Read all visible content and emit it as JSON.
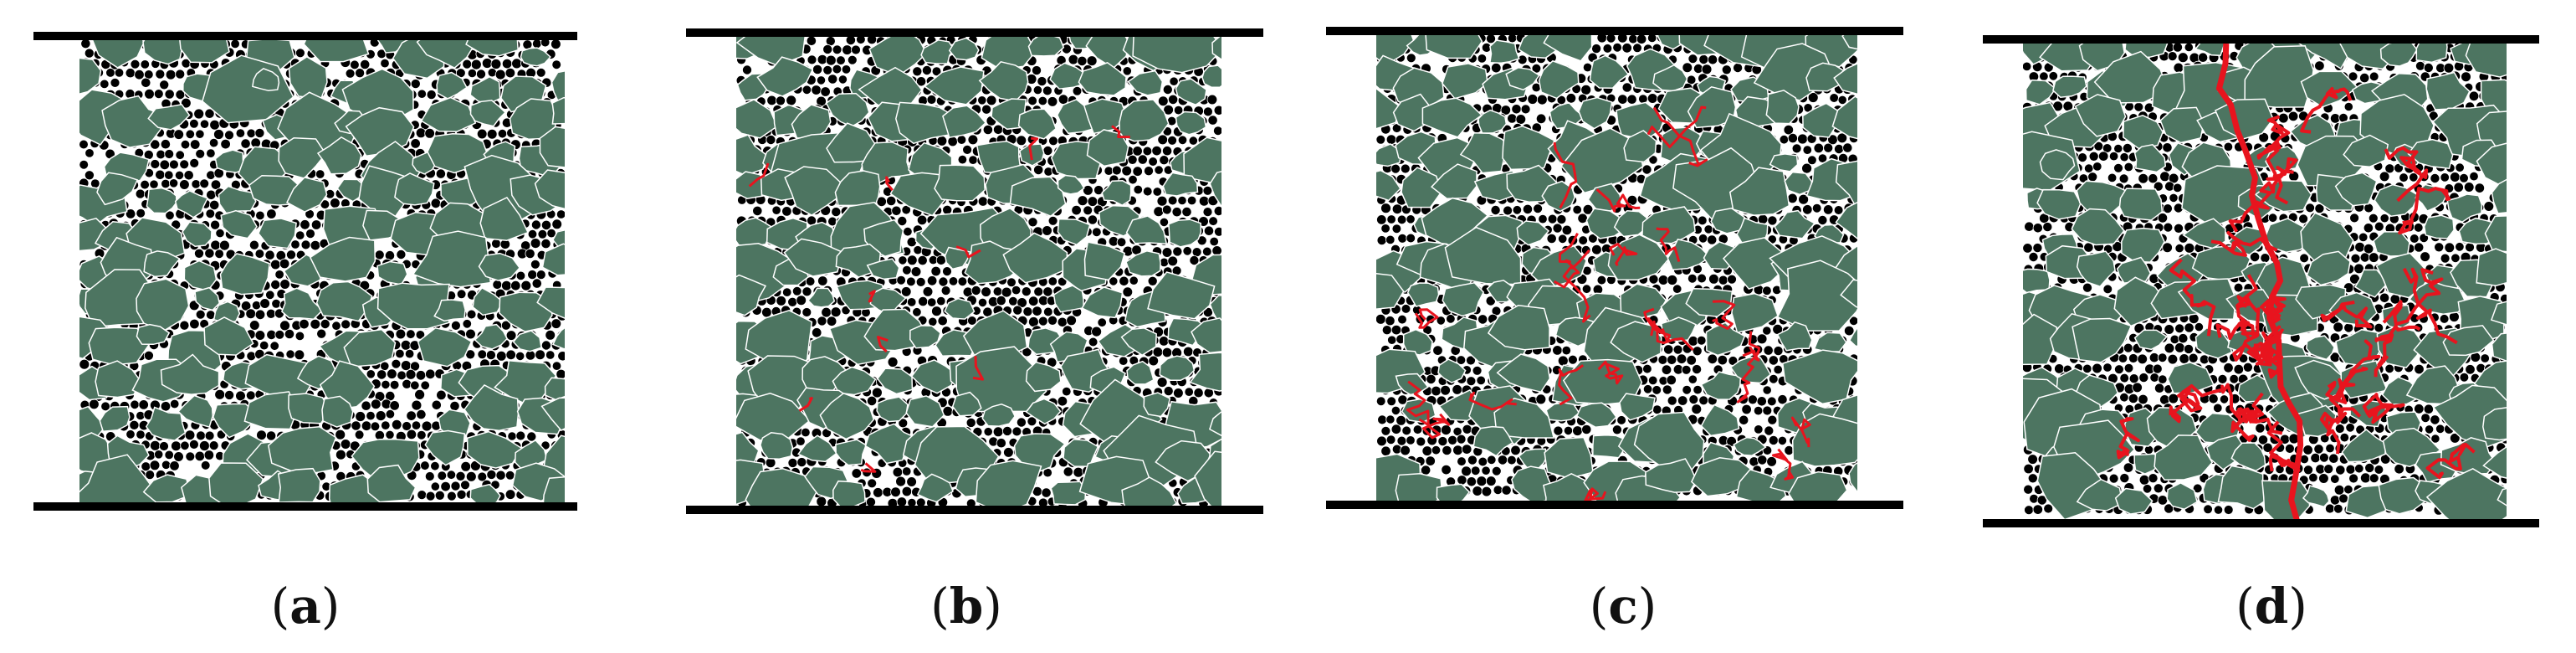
{
  "figure": {
    "panels": [
      {
        "id": "a",
        "label": "(a)",
        "damage_level": 0
      },
      {
        "id": "b",
        "label": "(b)",
        "damage_level": 1
      },
      {
        "id": "c",
        "label": "(c)",
        "damage_level": 2
      },
      {
        "id": "d",
        "label": "(d)",
        "damage_level": 3
      }
    ],
    "colors": {
      "aggregate": "#4d7561",
      "mortar_particle": "#000000",
      "crack": "#e8141e",
      "plate": "#000000",
      "background": "#ffffff"
    }
  }
}
